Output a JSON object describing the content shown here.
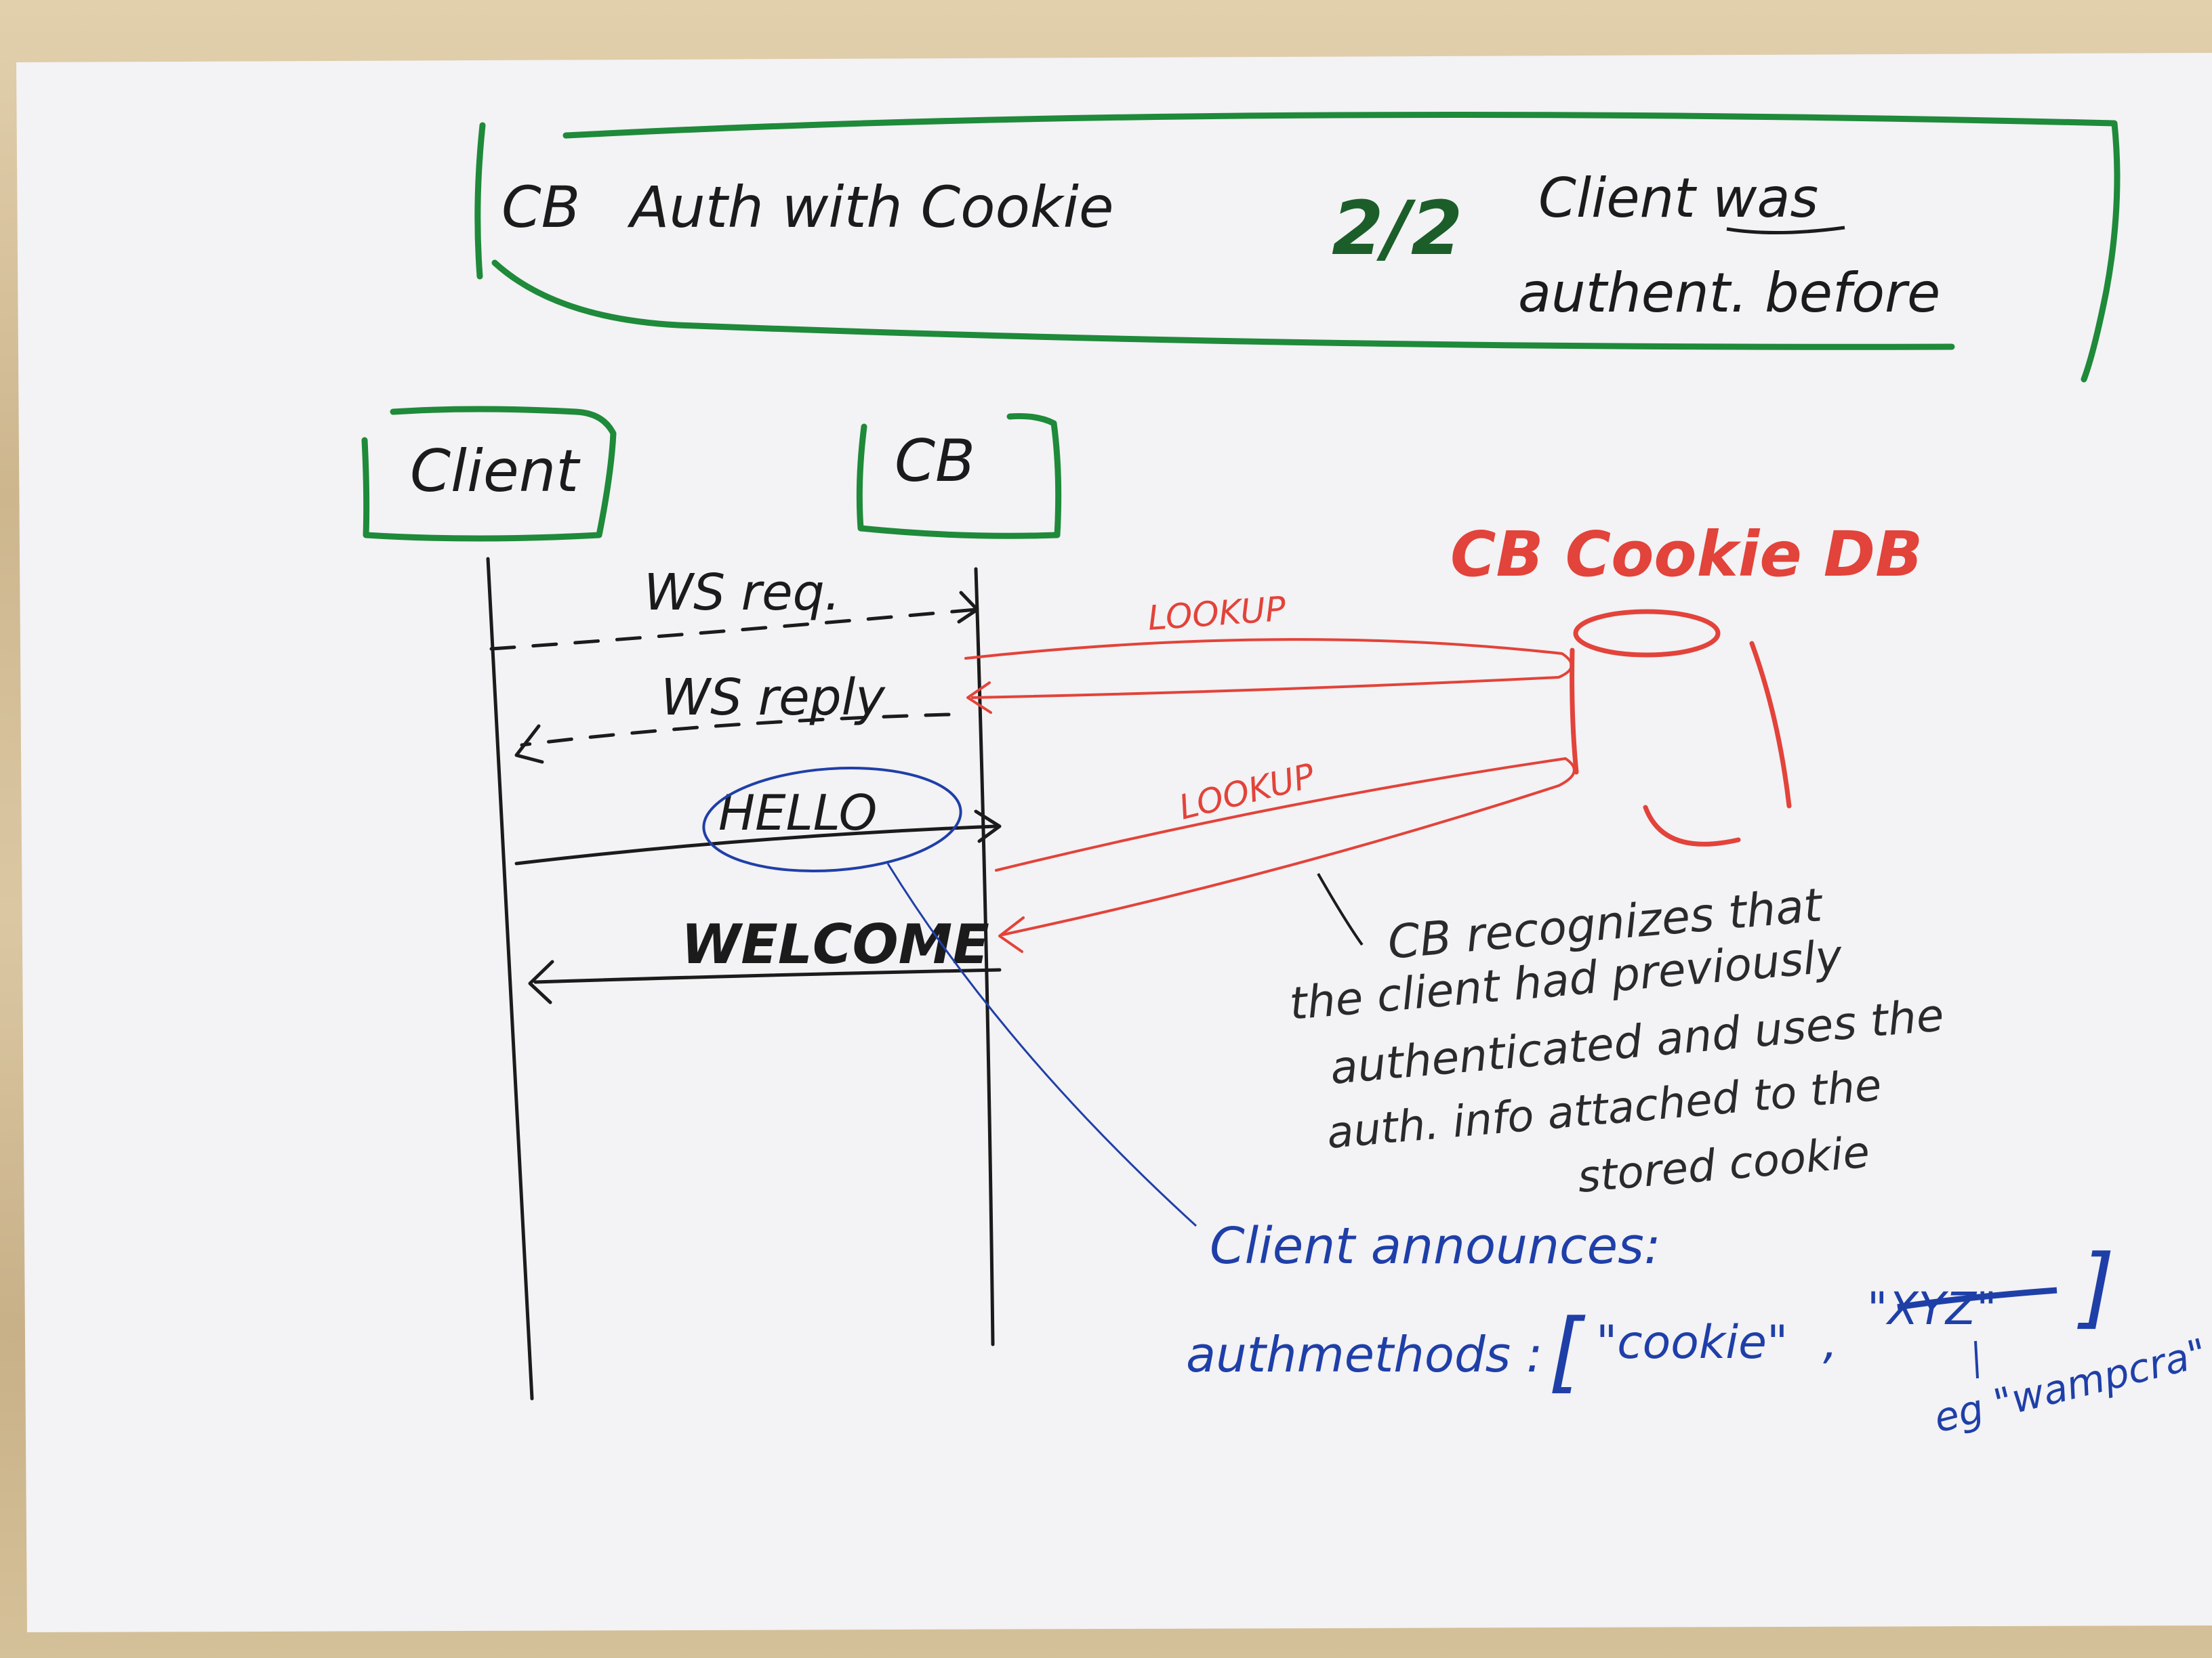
{
  "colors": {
    "green": "#1e8a3a",
    "red": "#e2433a",
    "blue": "#1f3fa8",
    "black": "#1b1b1b",
    "paper": "#f3f2f4",
    "desk": "#d7c29f"
  },
  "title_box": {
    "cb_label": "CB",
    "title": "Auth with Cookie",
    "step": "2/2",
    "subtitle_line1": "Client was",
    "subtitle_line2": "authent. before"
  },
  "actors": {
    "client": "Client",
    "cb": "CB"
  },
  "messages": {
    "ws_req": "WS req.",
    "ws_reply": "WS reply",
    "hello": "HELLO",
    "welcome": "WELCOME"
  },
  "cookie_db": {
    "label": "CB Cookie DB",
    "lookup_1": "LOOKUP",
    "lookup_2": "LOOKUP"
  },
  "notes": {
    "cb_note_line1": "CB recognizes that",
    "cb_note_line2": "the client had previously",
    "cb_note_line3": "authenticated and uses the",
    "cb_note_line4": "auth. info attached to the",
    "cb_note_line5": "stored cookie",
    "client_note_line1": "Client announces:",
    "authmethods_label": "authmethods :",
    "authmethods_open": "[",
    "authmethods_cookie": "\"cookie\"",
    "authmethods_comma": ",",
    "authmethods_xyz": "\"XYZ\"",
    "authmethods_close": "]",
    "xyz_example": "eg \"wampcra\""
  }
}
